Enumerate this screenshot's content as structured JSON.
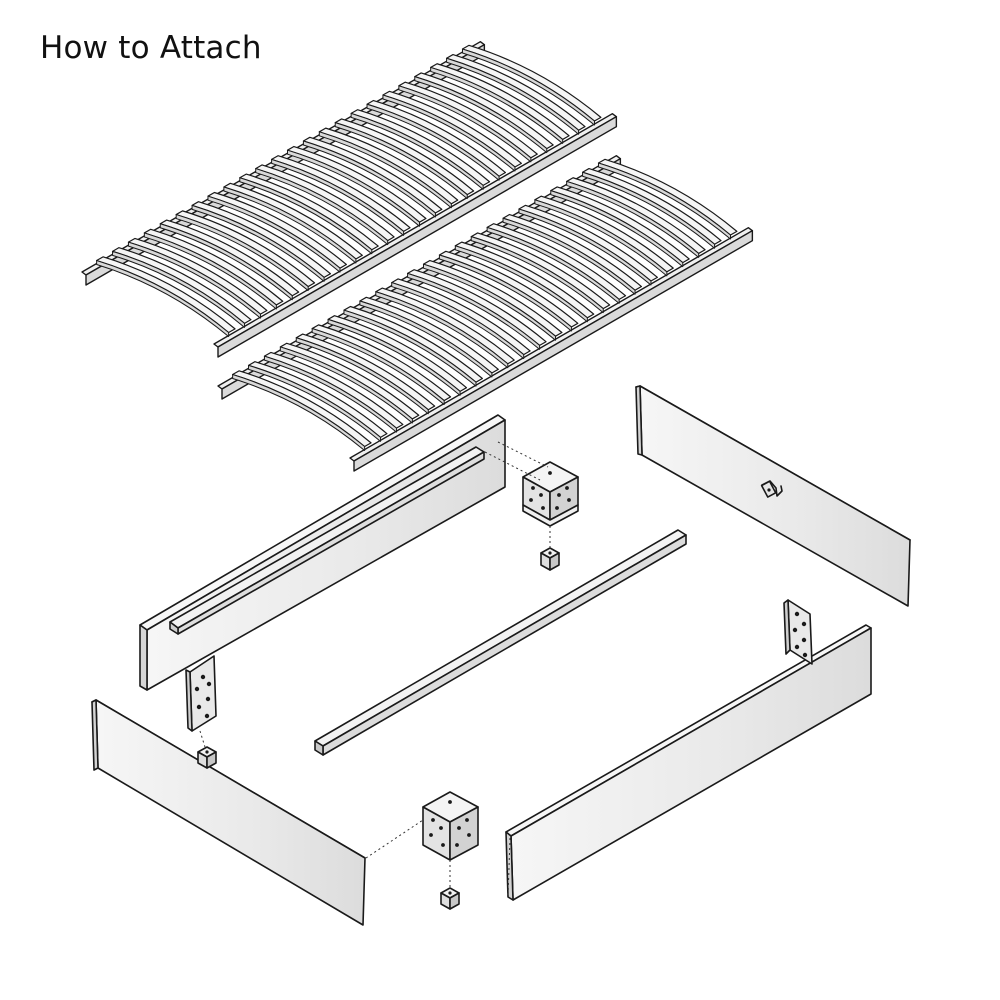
{
  "title": "How to Attach",
  "parts": [
    {
      "name": "slatted-base-top",
      "kind": "slatted-base",
      "slat_count": 24
    },
    {
      "name": "slatted-base-bottom",
      "kind": "slatted-base",
      "slat_count": 24
    },
    {
      "name": "side-rail-left",
      "kind": "side-rail-with-ledge"
    },
    {
      "name": "head-end-panel",
      "kind": "panel-with-hook"
    },
    {
      "name": "center-support-beam",
      "kind": "beam"
    },
    {
      "name": "foot-end-panel",
      "kind": "panel"
    },
    {
      "name": "side-rail-right",
      "kind": "panel"
    },
    {
      "name": "corner-bracket",
      "kind": "bracket",
      "count": 2
    },
    {
      "name": "flat-bracket",
      "kind": "bracket",
      "count": 2
    },
    {
      "name": "leg-cube",
      "kind": "leg",
      "count": 3
    }
  ],
  "colors": {
    "line": "#1a1a1a",
    "panel_fill": "#eeeeee",
    "panel_edge": "#d8d8d8",
    "slat_fill": "#f4f4f4",
    "background": "#ffffff"
  }
}
